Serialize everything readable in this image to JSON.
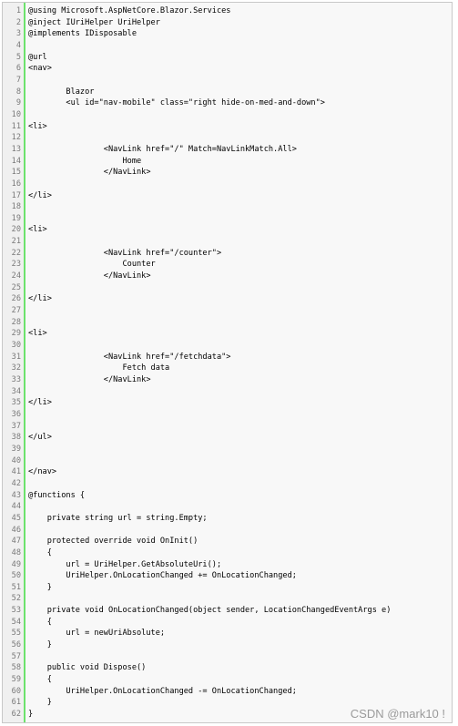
{
  "editor": {
    "lines": [
      {
        "n": "1",
        "t": "@using Microsoft.AspNetCore.Blazor.Services"
      },
      {
        "n": "2",
        "t": "@inject IUriHelper UriHelper"
      },
      {
        "n": "3",
        "t": "@implements IDisposable"
      },
      {
        "n": "4",
        "t": ""
      },
      {
        "n": "5",
        "t": "@url"
      },
      {
        "n": "6",
        "t": "<nav>"
      },
      {
        "n": "7",
        "t": ""
      },
      {
        "n": "8",
        "t": "        Blazor"
      },
      {
        "n": "9",
        "t": "        <ul id=\"nav-mobile\" class=\"right hide-on-med-and-down\">"
      },
      {
        "n": "10",
        "t": ""
      },
      {
        "n": "11",
        "t": "<li>"
      },
      {
        "n": "12",
        "t": ""
      },
      {
        "n": "13",
        "t": "                <NavLink href=\"/\" Match=NavLinkMatch.All>"
      },
      {
        "n": "14",
        "t": "                    Home"
      },
      {
        "n": "15",
        "t": "                </NavLink>"
      },
      {
        "n": "16",
        "t": ""
      },
      {
        "n": "17",
        "t": "</li>"
      },
      {
        "n": "18",
        "t": ""
      },
      {
        "n": "19",
        "t": ""
      },
      {
        "n": "20",
        "t": "<li>"
      },
      {
        "n": "21",
        "t": ""
      },
      {
        "n": "22",
        "t": "                <NavLink href=\"/counter\">"
      },
      {
        "n": "23",
        "t": "                    Counter"
      },
      {
        "n": "24",
        "t": "                </NavLink>"
      },
      {
        "n": "25",
        "t": ""
      },
      {
        "n": "26",
        "t": "</li>"
      },
      {
        "n": "27",
        "t": ""
      },
      {
        "n": "28",
        "t": ""
      },
      {
        "n": "29",
        "t": "<li>"
      },
      {
        "n": "30",
        "t": ""
      },
      {
        "n": "31",
        "t": "                <NavLink href=\"/fetchdata\">"
      },
      {
        "n": "32",
        "t": "                    Fetch data"
      },
      {
        "n": "33",
        "t": "                </NavLink>"
      },
      {
        "n": "34",
        "t": ""
      },
      {
        "n": "35",
        "t": "</li>"
      },
      {
        "n": "36",
        "t": ""
      },
      {
        "n": "37",
        "t": ""
      },
      {
        "n": "38",
        "t": "</ul>"
      },
      {
        "n": "39",
        "t": ""
      },
      {
        "n": "40",
        "t": ""
      },
      {
        "n": "41",
        "t": "</nav>"
      },
      {
        "n": "42",
        "t": ""
      },
      {
        "n": "43",
        "t": "@functions {"
      },
      {
        "n": "44",
        "t": ""
      },
      {
        "n": "45",
        "t": "    private string url = string.Empty;"
      },
      {
        "n": "46",
        "t": ""
      },
      {
        "n": "47",
        "t": "    protected override void OnInit()"
      },
      {
        "n": "48",
        "t": "    {"
      },
      {
        "n": "49",
        "t": "        url = UriHelper.GetAbsoluteUri();"
      },
      {
        "n": "50",
        "t": "        UriHelper.OnLocationChanged += OnLocationChanged;"
      },
      {
        "n": "51",
        "t": "    }"
      },
      {
        "n": "52",
        "t": ""
      },
      {
        "n": "53",
        "t": "    private void OnLocationChanged(object sender, LocationChangedEventArgs e)"
      },
      {
        "n": "54",
        "t": "    {"
      },
      {
        "n": "55",
        "t": "        url = newUriAbsolute;"
      },
      {
        "n": "56",
        "t": "    }"
      },
      {
        "n": "57",
        "t": ""
      },
      {
        "n": "58",
        "t": "    public void Dispose()"
      },
      {
        "n": "59",
        "t": "    {"
      },
      {
        "n": "60",
        "t": "        UriHelper.OnLocationChanged -= OnLocationChanged;"
      },
      {
        "n": "61",
        "t": "    }"
      },
      {
        "n": "62",
        "t": "}"
      }
    ]
  },
  "watermark": "CSDN @mark10 !",
  "colors": {
    "gutter_border": "#6ce26c",
    "background": "#f8f8f8",
    "keyword": "#b0267a",
    "string": "#1f4fb0"
  }
}
